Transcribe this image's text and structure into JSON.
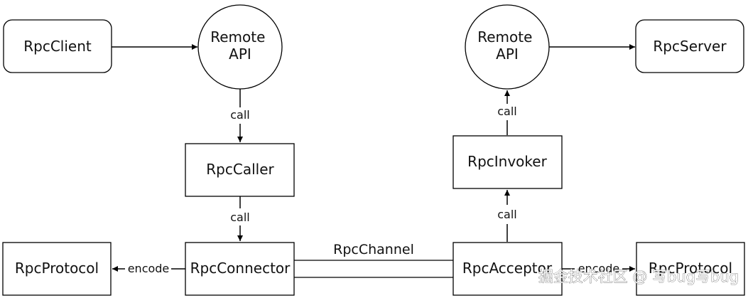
{
  "diagram": {
    "nodes": {
      "rpc_client": "RpcClient",
      "remote_api_left": [
        "Remote",
        "API"
      ],
      "remote_api_right": [
        "Remote",
        "API"
      ],
      "rpc_server": "RpcServer",
      "rpc_caller": "RpcCaller",
      "rpc_invoker": "RpcInvoker",
      "rpc_protocol_left": "RpcProtocol",
      "rpc_connector": "RpcConnector",
      "rpc_acceptor": "RpcAcceptor",
      "rpc_protocol_right": "RpcProtocol"
    },
    "edges": {
      "call_1": "call",
      "call_2": "call",
      "call_3": "call",
      "call_4": "call",
      "encode_left": "encode",
      "encode_right": "encode",
      "channel": "RpcChannel"
    },
    "watermark": "掘金技术社区 @ 写bug写bug",
    "colors": {
      "stroke": "#000000",
      "text": "#111111",
      "background": "#ffffff"
    }
  }
}
